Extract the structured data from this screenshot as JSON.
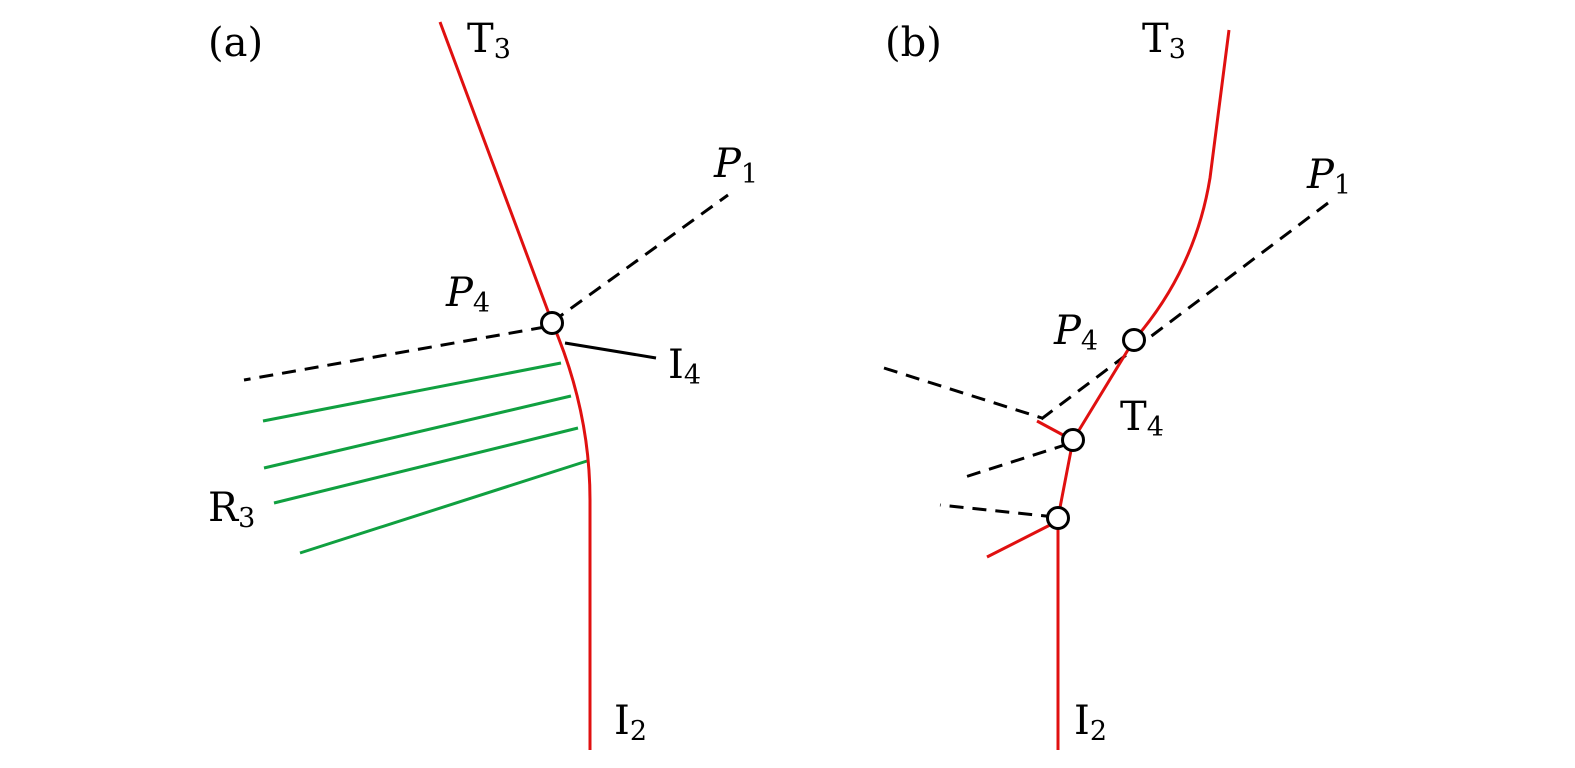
{
  "colors": {
    "front": "#e01010",
    "rarefaction": "#10a040",
    "dashed": "#000000",
    "solid": "#000000",
    "node_fill": "#ffffff",
    "node_stroke": "#000000"
  },
  "panel_a": {
    "tag": "(a)",
    "labels": {
      "T3": {
        "base": "T",
        "sub": "3"
      },
      "P1": {
        "base": "P",
        "sub": "1"
      },
      "P4": {
        "base": "P",
        "sub": "4"
      },
      "I4": {
        "base": "I",
        "sub": "4"
      },
      "R3": {
        "base": "R",
        "sub": "3"
      },
      "I2": {
        "base": "I",
        "sub": "2"
      }
    }
  },
  "panel_b": {
    "tag": "(b)",
    "labels": {
      "T3": {
        "base": "T",
        "sub": "3"
      },
      "P1": {
        "base": "P",
        "sub": "1"
      },
      "P4": {
        "base": "P",
        "sub": "4"
      },
      "T4": {
        "base": "T",
        "sub": "4"
      },
      "I2": {
        "base": "I",
        "sub": "2"
      }
    }
  }
}
